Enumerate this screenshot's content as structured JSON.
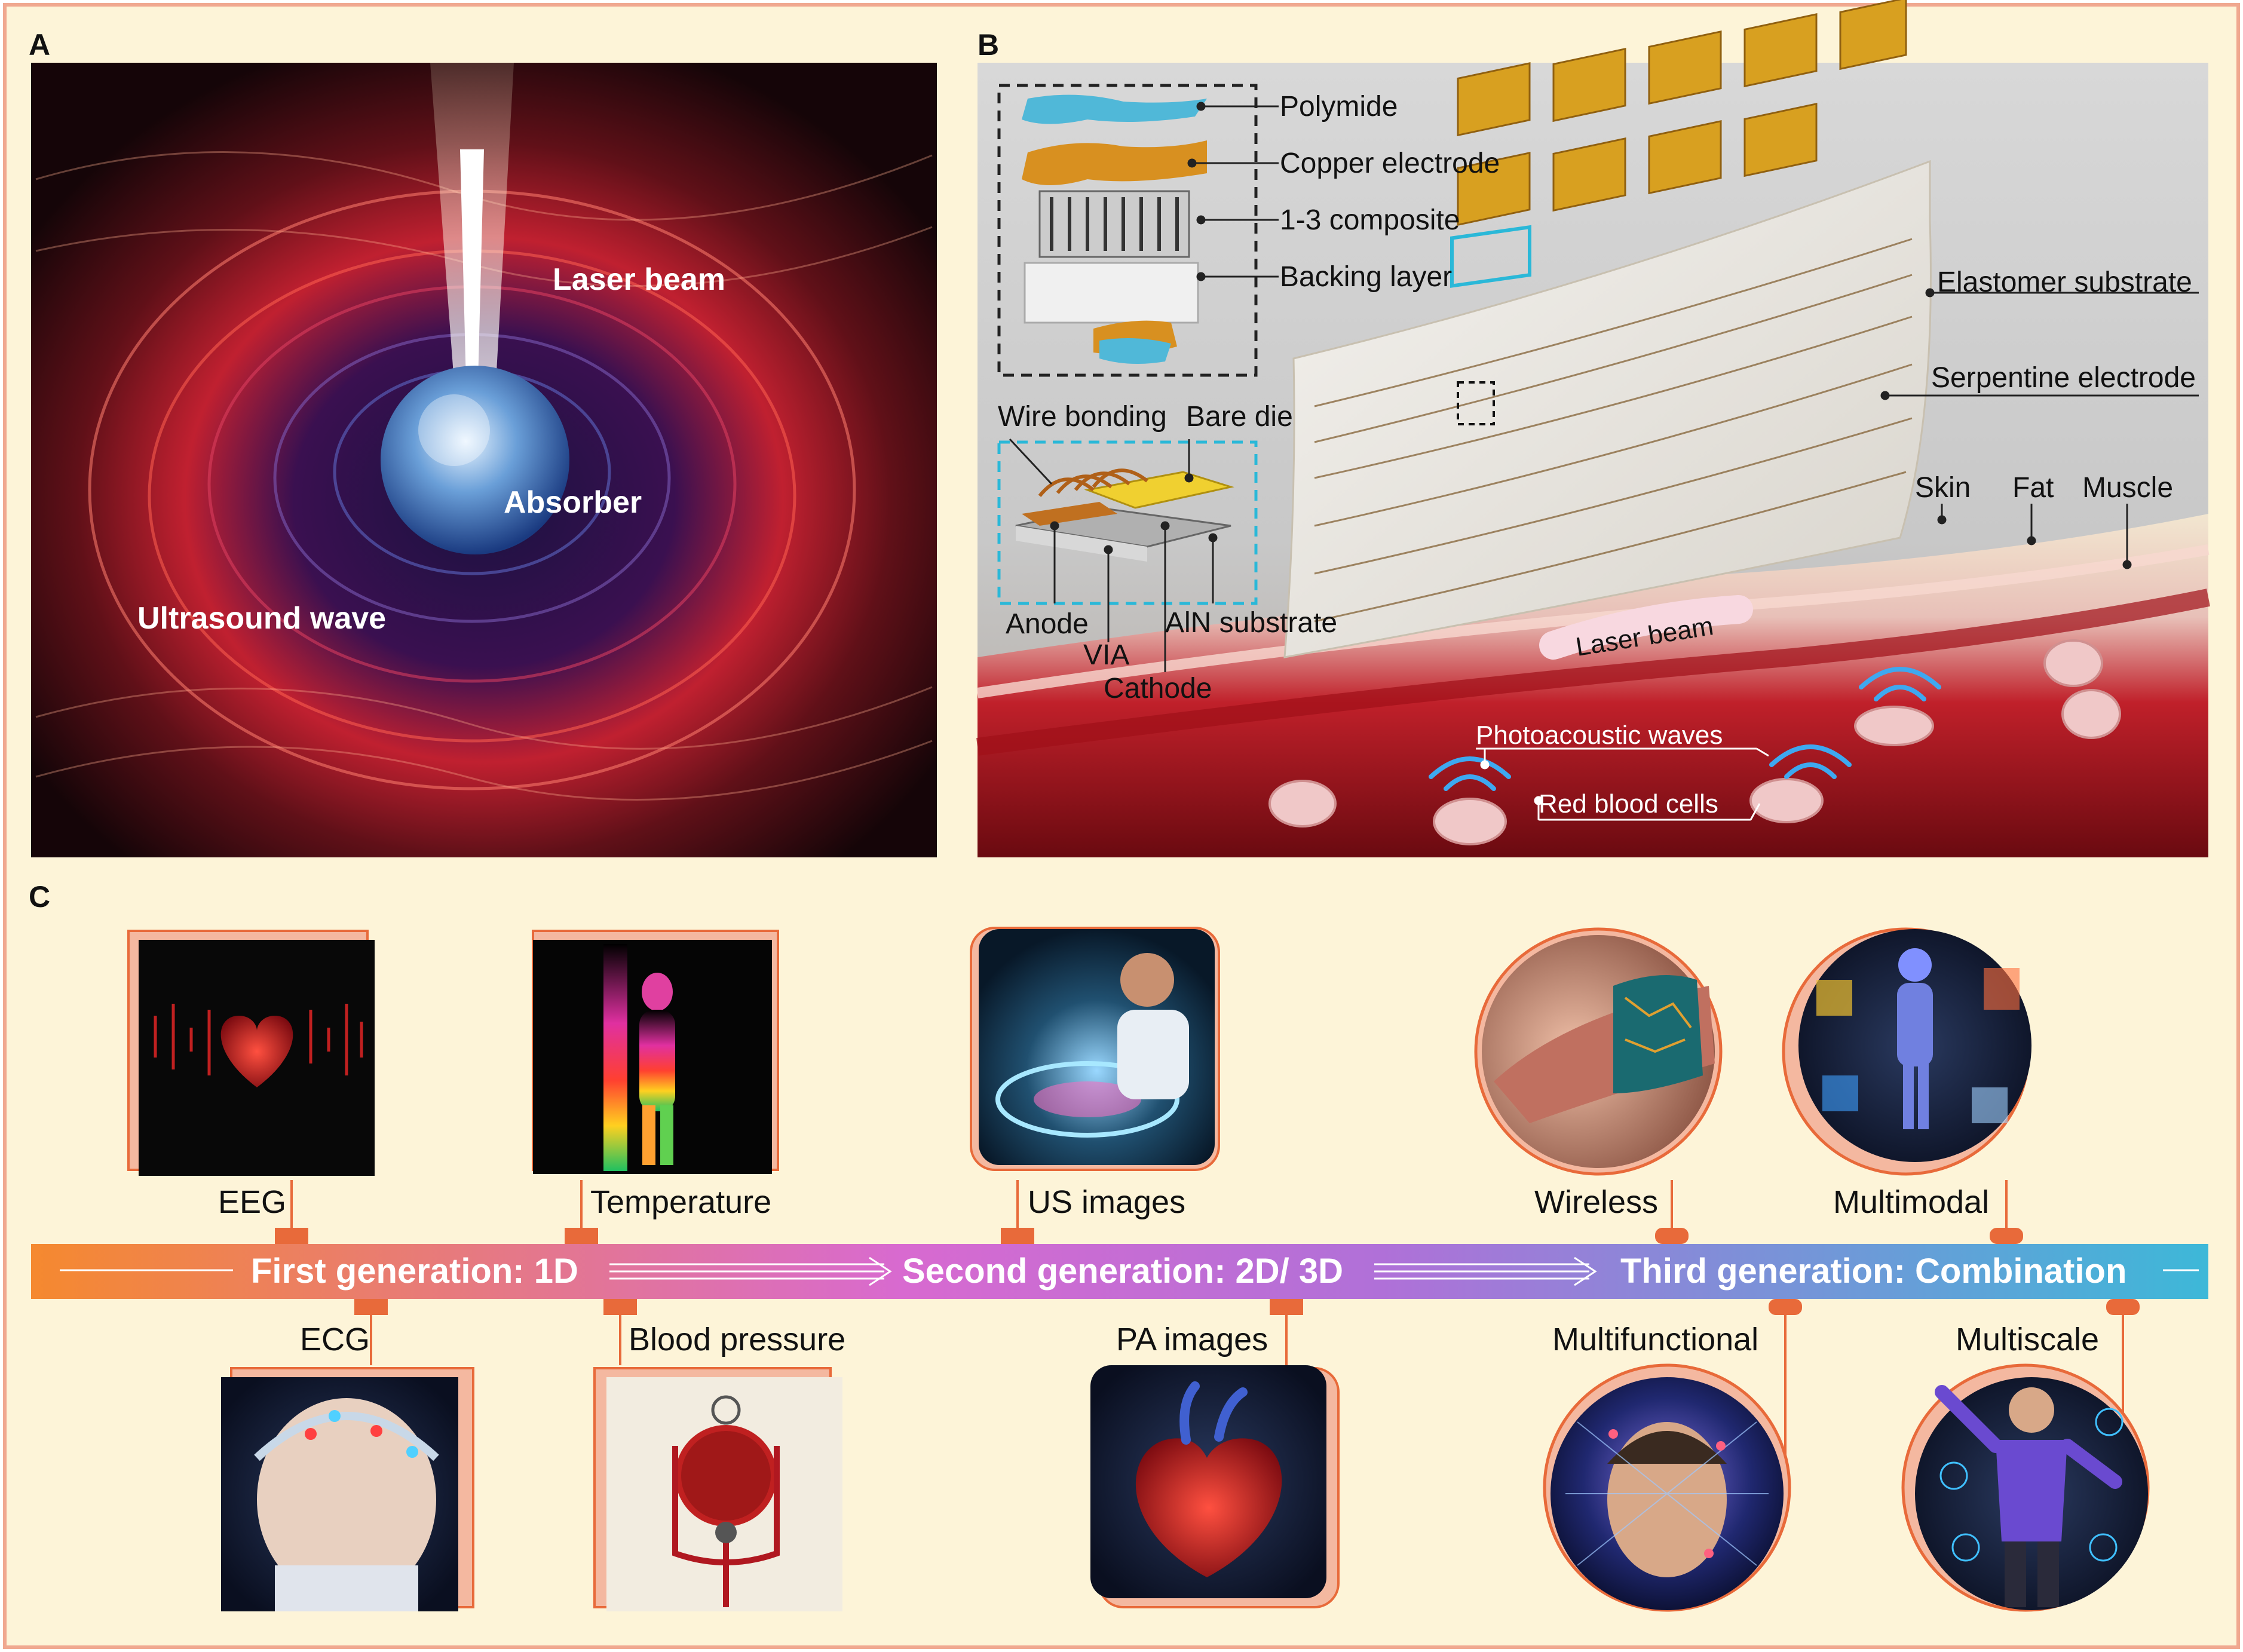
{
  "panels": {
    "a": {
      "letter": "A",
      "labels": {
        "laser_beam": "Laser beam",
        "absorber": "Absorber",
        "ultrasound_wave": "Ultrasound wave"
      }
    },
    "b": {
      "letter": "B",
      "exploded_stack": [
        "Polymide",
        "Copper electrode",
        "1-3 composite",
        "Backing layer"
      ],
      "chip": {
        "wire_bonding": "Wire bonding",
        "bare_die": "Bare die",
        "anode": "Anode",
        "via": "VIA",
        "cathode": "Cathode",
        "substrate": "AlN substrate"
      },
      "device": {
        "elastomer_substrate": "Elastomer substrate",
        "serpentine_electrode": "Serpentine electrode"
      },
      "tissue": {
        "skin": "Skin",
        "fat": "Fat",
        "muscle": "Muscle",
        "laser_beam": "Laser beam",
        "photoacoustic_waves": "Photoacoustic waves",
        "red_blood_cells": "Red blood cells"
      }
    },
    "c": {
      "letter": "C",
      "generations": [
        "First generation: 1D",
        "Second generation: 2D/ 3D",
        "Third generation: Combination"
      ],
      "top_items": [
        "EEG",
        "Temperature",
        "US images",
        "Wireless",
        "Multimodal"
      ],
      "bottom_items": [
        "ECG",
        "Blood pressure",
        "PA images",
        "Multifunctional",
        "Multiscale"
      ]
    }
  },
  "colors": {
    "background": "#fdf4d8",
    "border": "#f0a890",
    "accent": "#e86a3a",
    "timeline_start": "#f5892f",
    "timeline_mid": "#d86ad0",
    "timeline_end": "#3db8d8"
  }
}
